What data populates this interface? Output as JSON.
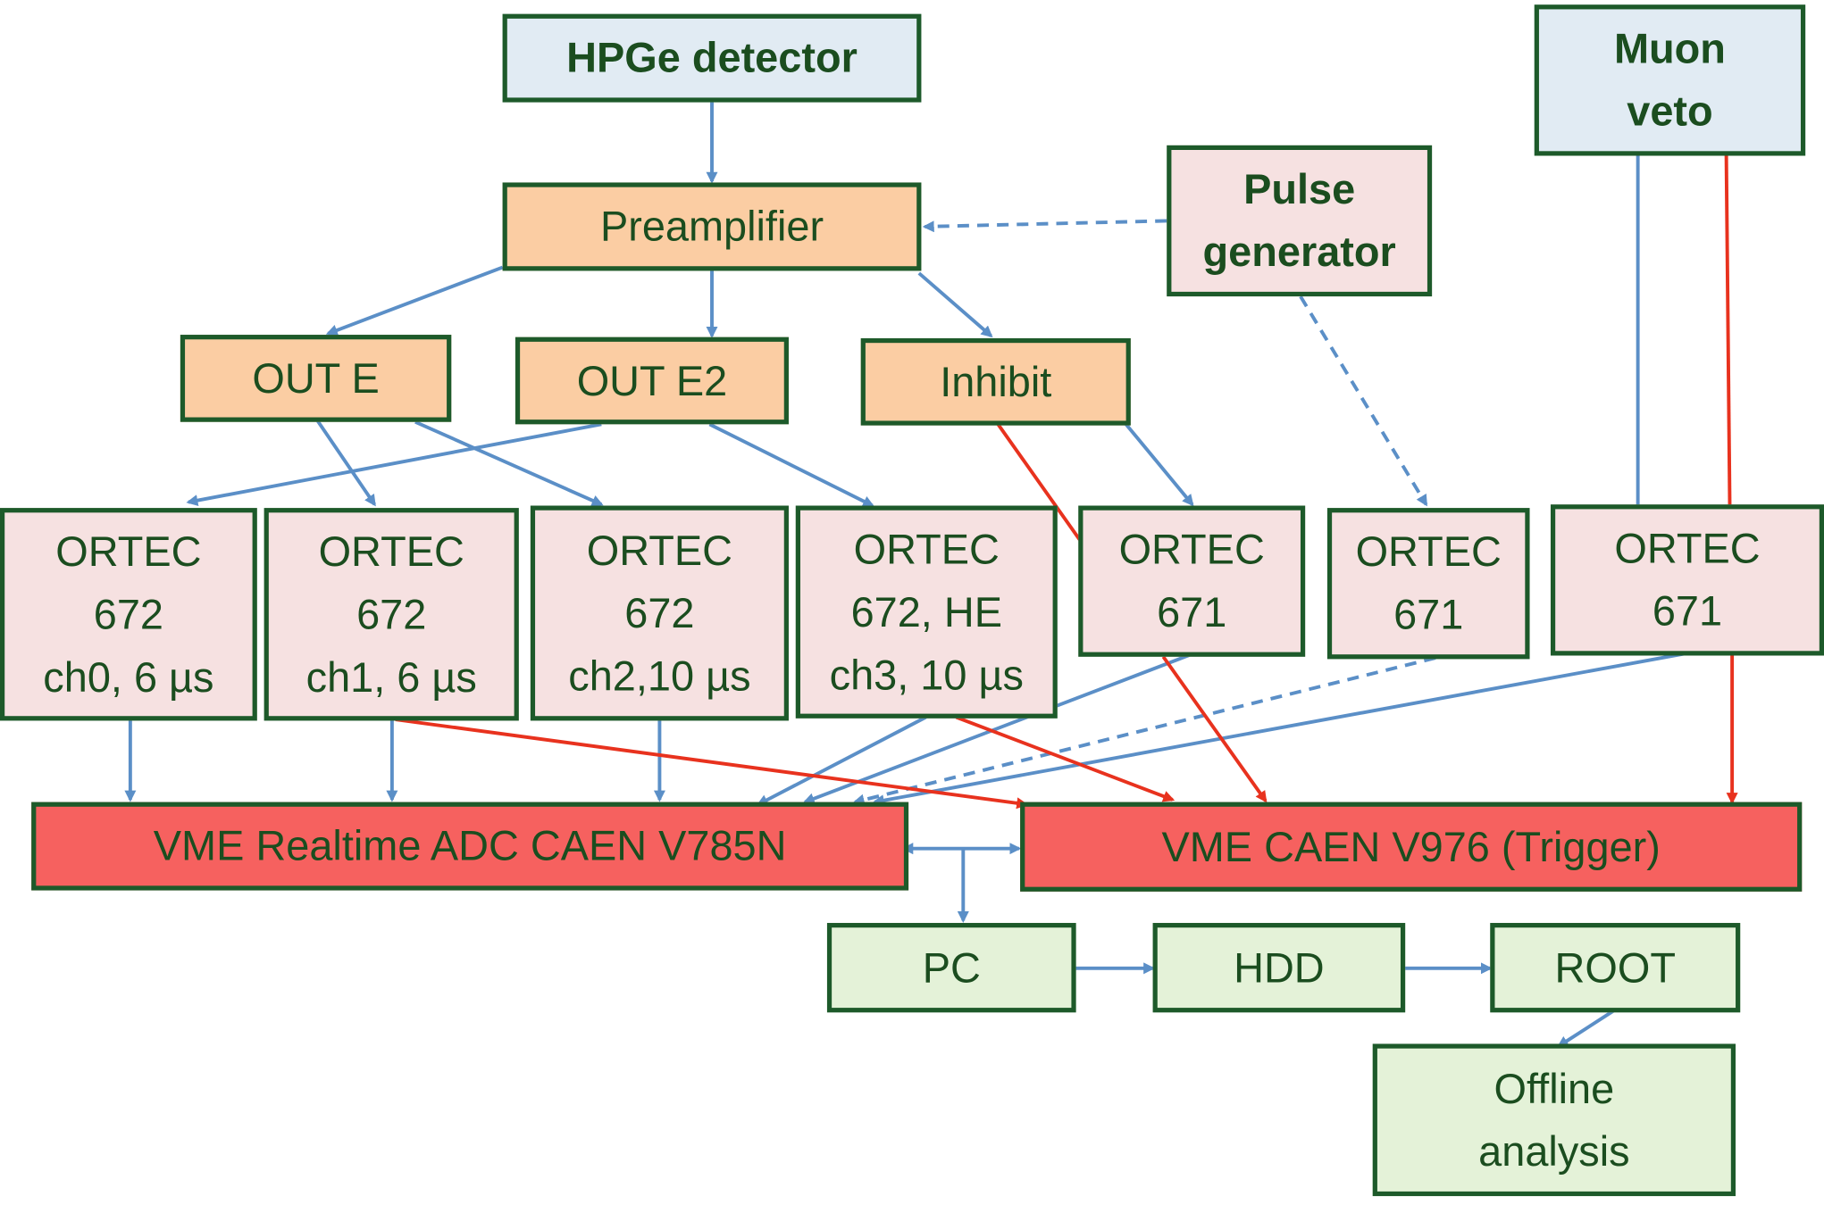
{
  "colors": {
    "detector": "#e1ebf3",
    "amplifier": "#fbcda3",
    "module": "#f6e1e1",
    "vme": "#f6615f",
    "storage": "#e4f2d8",
    "border": "#1d5a2a",
    "text": "#1b4d1f",
    "signal_line": "#5b8fc7",
    "trigger_line": "#e8321e"
  },
  "nodes": {
    "hpge": "HPGe detector",
    "muon_veto": {
      "line1": "Muon",
      "line2": "veto"
    },
    "preamplifier": "Preamplifier",
    "pulse_generator": {
      "line1": "Pulse",
      "line2": "generator"
    },
    "out_e": "OUT E",
    "out_e2": "OUT E2",
    "inhibit": "Inhibit",
    "ortec_ch0": {
      "line1": "ORTEC",
      "line2": "672",
      "line3": "ch0, 6 µs"
    },
    "ortec_ch1": {
      "line1": "ORTEC",
      "line2": "672",
      "line3": "ch1, 6 µs"
    },
    "ortec_ch2": {
      "line1": "ORTEC",
      "line2": "672",
      "line3": "ch2,10 µs"
    },
    "ortec_ch3": {
      "line1": "ORTEC",
      "line2": "672, HE",
      "line3": "ch3, 10 µs"
    },
    "ortec_671_a": {
      "line1": "ORTEC",
      "line2": "671"
    },
    "ortec_671_b": {
      "line1": "ORTEC",
      "line2": "671"
    },
    "ortec_671_c": {
      "line1": "ORTEC",
      "line2": "671"
    },
    "vme_adc": "VME Realtime ADC CAEN V785N",
    "vme_trigger": "VME CAEN V976 (Trigger)",
    "pc": "PC",
    "hdd": "HDD",
    "root": "ROOT",
    "offline": {
      "line1": "Offline",
      "line2": "analysis"
    }
  }
}
